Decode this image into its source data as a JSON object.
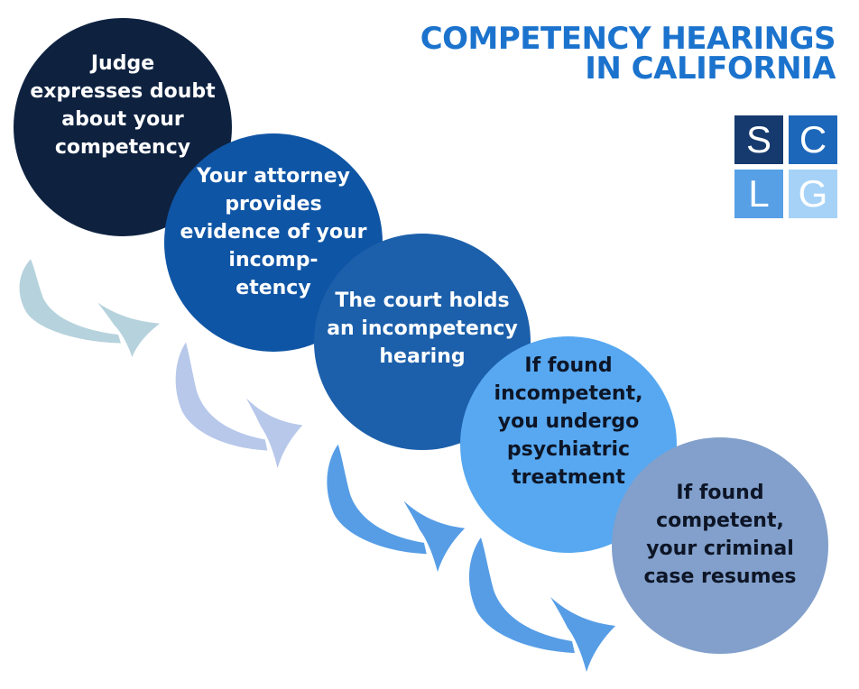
{
  "background_color": "#ffffff",
  "title": {
    "line1": "COMPETENCY HEARINGS",
    "line2": "IN CALIFORNIA",
    "color": "#1b73cd"
  },
  "logo": {
    "letters": [
      "S",
      "C",
      "L",
      "G"
    ],
    "square_colors": [
      "#163a6e",
      "#1d67ba",
      "#57a0e6",
      "#a6d2f8"
    ],
    "letter_color": "#ffffff"
  },
  "steps": [
    {
      "label": "Judge\nexpresses doubt\nabout your\ncompetency",
      "circle_color": "#0e2240",
      "text_color": "#ffffff"
    },
    {
      "label": "Your attorney\nprovides\nevidence of your\nincomp-\netency",
      "circle_color": "#0f55a5",
      "text_color": "#ffffff"
    },
    {
      "label": "The court holds\nan incompetency\nhearing",
      "circle_color": "#1c60ab",
      "text_color": "#ffffff"
    },
    {
      "label": "If found\nincompetent,\nyou undergo\npsychiatric\ntreatment",
      "circle_color": "#57a8f0",
      "text_color": "#0d1526"
    },
    {
      "label": "If found\ncompetent,\nyour criminal\ncase resumes",
      "circle_color": "#82a0cb",
      "text_color": "#0d1526"
    }
  ],
  "arrows": [
    {
      "name": "arrow-1",
      "color": "#b6d2dd"
    },
    {
      "name": "arrow-2",
      "color": "#b7c8ea"
    },
    {
      "name": "arrow-3",
      "color": "#569de6"
    },
    {
      "name": "arrow-4",
      "color": "#569de6"
    }
  ]
}
